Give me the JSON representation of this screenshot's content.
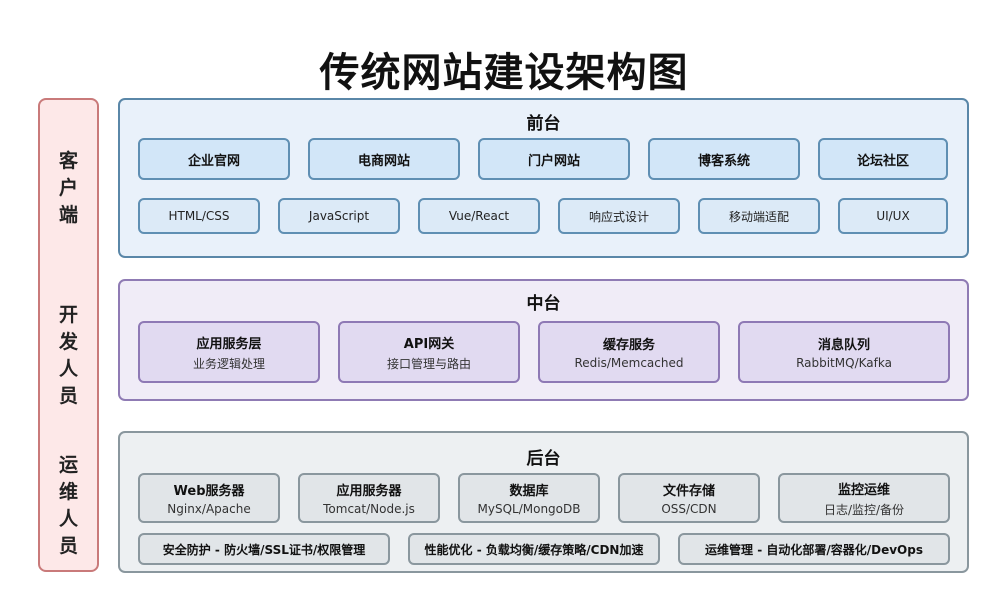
{
  "title": "传统网站建设架构图",
  "sidebar": {
    "groups": [
      {
        "chars": [
          "客",
          "户",
          "端"
        ]
      },
      {
        "chars": [
          "开",
          "发",
          "人",
          "员"
        ]
      },
      {
        "chars": [
          "运",
          "维",
          "人",
          "员"
        ]
      }
    ]
  },
  "front": {
    "title": "前台",
    "row1": [
      "企业官网",
      "电商网站",
      "门户网站",
      "博客系统",
      "论坛社区"
    ],
    "row2": [
      "HTML/CSS",
      "JavaScript",
      "Vue/React",
      "响应式设计",
      "移动端适配",
      "UI/UX"
    ]
  },
  "middle": {
    "title": "中台",
    "boxes": [
      {
        "title": "应用服务层",
        "sub": "业务逻辑处理"
      },
      {
        "title": "API网关",
        "sub": "接口管理与路由"
      },
      {
        "title": "缓存服务",
        "sub": "Redis/Memcached"
      },
      {
        "title": "消息队列",
        "sub": "RabbitMQ/Kafka"
      }
    ]
  },
  "back": {
    "title": "后台",
    "boxes": [
      {
        "title": "Web服务器",
        "sub": "Nginx/Apache"
      },
      {
        "title": "应用服务器",
        "sub": "Tomcat/Node.js"
      },
      {
        "title": "数据库",
        "sub": "MySQL/MongoDB"
      },
      {
        "title": "文件存储",
        "sub": "OSS/CDN"
      },
      {
        "title": "监控运维",
        "sub": "日志/监控/备份"
      }
    ],
    "bars": [
      "安全防护 - 防火墙/SSL证书/权限管理",
      "性能优化 - 负载均衡/缓存策略/CDN加速",
      "运维管理 - 自动化部署/容器化/DevOps"
    ]
  }
}
